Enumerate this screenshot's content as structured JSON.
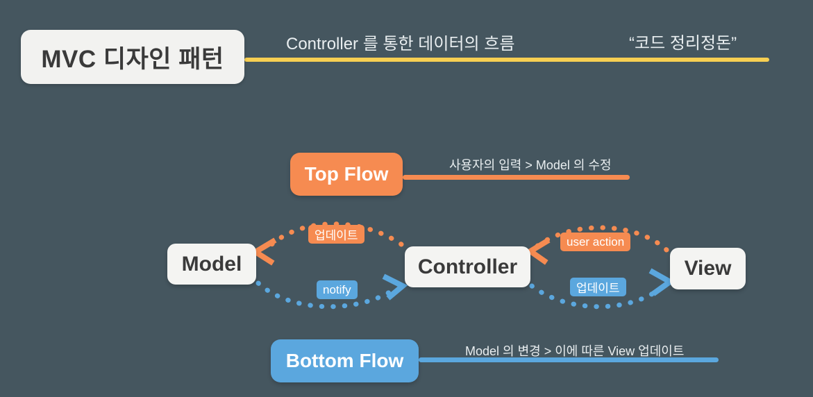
{
  "header": {
    "title": "MVC 디자인 패턴",
    "subtitle": "Controller 를 통한  데이터의 흐름",
    "quote": "“코드 정리정돈”",
    "rule_color": "#f7cf52"
  },
  "top_flow": {
    "label": "Top Flow",
    "caption": "사용자의 입력 > Model 의 수정",
    "color": "#f68b51"
  },
  "bottom_flow": {
    "label": "Bottom Flow",
    "caption": "Model 의 변경 > 이에 따른 View 업데이트",
    "color": "#5ba7de"
  },
  "nodes": [
    {
      "id": "model",
      "label": "Model"
    },
    {
      "id": "controller",
      "label": "Controller"
    },
    {
      "id": "view",
      "label": "View"
    }
  ],
  "edges": [
    {
      "id": "update-left",
      "label": "업데이트",
      "color": "#f68b51",
      "from": "controller",
      "to": "model",
      "direction": "left",
      "style": "dotted"
    },
    {
      "id": "notify",
      "label": "notify",
      "color": "#5ba7de",
      "from": "model",
      "to": "controller",
      "direction": "right",
      "style": "dotted"
    },
    {
      "id": "user-action",
      "label": "user action",
      "color": "#f68b51",
      "from": "view",
      "to": "controller",
      "direction": "left",
      "style": "dotted"
    },
    {
      "id": "update-right",
      "label": "업데이트",
      "color": "#5ba7de",
      "from": "controller",
      "to": "view",
      "direction": "right",
      "style": "dotted"
    }
  ],
  "theme": {
    "background": "#45565f",
    "node_fill": "#f4f4f2",
    "node_text": "#3a3a3a",
    "header_text": "#e9eef0",
    "accent_orange": "#f68b51",
    "accent_blue": "#5ba7de",
    "accent_yellow": "#f7cf52"
  }
}
